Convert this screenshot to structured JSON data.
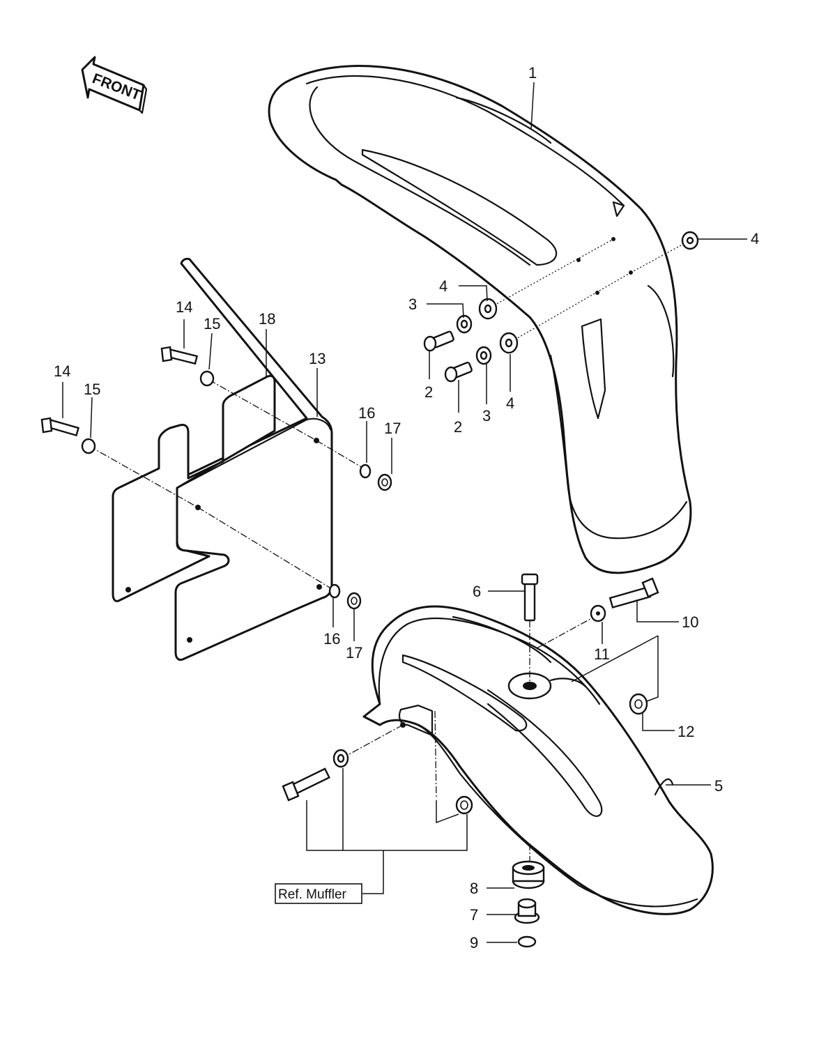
{
  "front_arrow": {
    "label": "FRONT"
  },
  "ref_box": {
    "label": "Ref. Muffler"
  },
  "callouts": {
    "c1": "1",
    "c2a": "2",
    "c2b": "2",
    "c3a": "3",
    "c3b": "3",
    "c4a": "4",
    "c4b": "4",
    "c4c": "4",
    "c5": "5",
    "c6": "6",
    "c7": "7",
    "c8": "8",
    "c9": "9",
    "c10": "10",
    "c11": "11",
    "c12": "12",
    "c13": "13",
    "c14a": "14",
    "c14b": "14",
    "c15a": "15",
    "c15b": "15",
    "c16a": "16",
    "c16b": "16",
    "c17a": "17",
    "c17b": "17",
    "c18": "18"
  }
}
